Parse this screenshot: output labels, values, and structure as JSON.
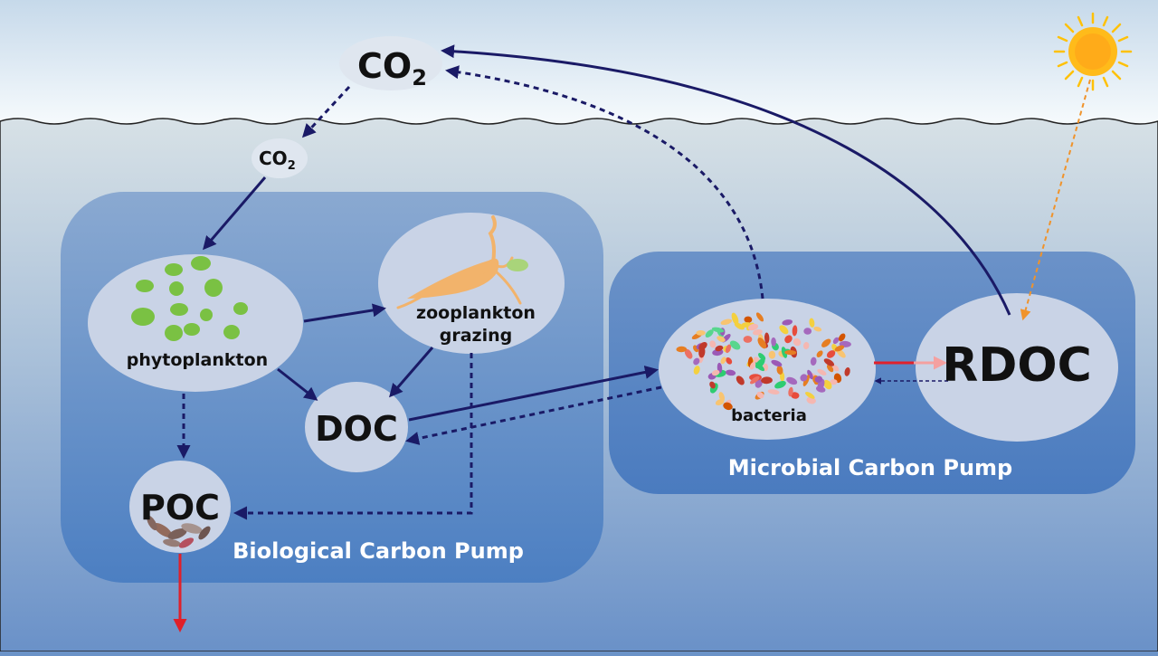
{
  "labels": {
    "co2_air": "CO",
    "co2_air_sub": "2",
    "co2_water": "CO",
    "co2_water_sub": "2",
    "phytoplankton": "phytoplankton",
    "zooplankton_line1": "zooplankton",
    "zooplankton_line2": "grazing",
    "doc": "DOC",
    "poc": "POC",
    "bacteria": "bacteria",
    "rdoc": "RDOC",
    "bcp": "Biological Carbon Pump",
    "mcp": "Microbial Carbon Pump"
  },
  "colors": {
    "arrow": "#1a1a66",
    "red_arrow": "#e0202a",
    "sunlight_arrow": "#f0932b",
    "node_fill": "#c9d3e6",
    "panel_fill": "#4f82c3",
    "phyto_green": "#7ac143",
    "zoo_orange": "#f2b36b",
    "sun": "#ffc107"
  },
  "icons": [
    "sun-icon",
    "phytoplankton-cells",
    "zooplankton-figure",
    "bacteria-cells",
    "poc-particles"
  ]
}
